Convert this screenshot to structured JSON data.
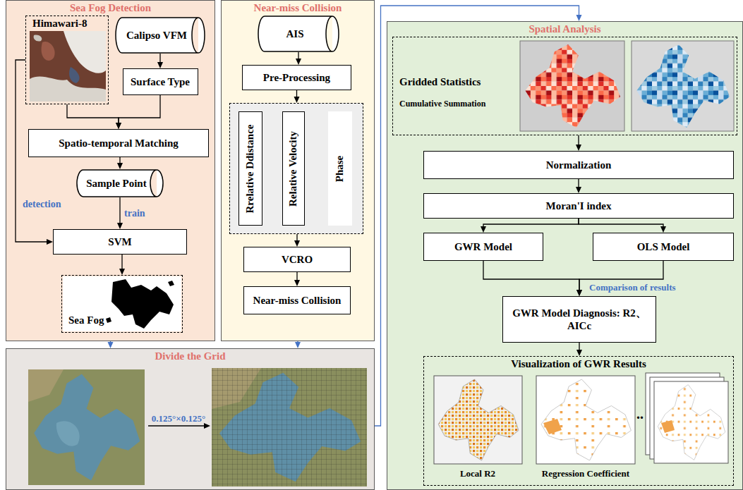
{
  "diagram": {
    "nodes": [
      {
        "text": [
          "Sea Fog Detection"
        ]
      },
      {
        "text": [
          "Himawari-8"
        ],
        "in": 0
      },
      {
        "text": [
          "Calipso VFM"
        ],
        "in": 0
      },
      {
        "text": [
          "Surface Type"
        ],
        "in": 0
      },
      {
        "text": [
          "Spatio-temporal Matching"
        ],
        "in": 0
      },
      {
        "text": [
          "Sample Point"
        ],
        "in": 0
      },
      {
        "text": [
          "SVM"
        ],
        "in": 0
      },
      {
        "text": [
          "Sea Fog"
        ],
        "in": 0
      },
      {
        "text": [
          "Near-miss Collision"
        ]
      },
      {
        "text": [
          "AIS"
        ],
        "in": 8
      },
      {
        "text": [
          "Pre-Processing"
        ],
        "in": 8
      },
      {
        "text": [],
        "in": 8
      },
      {
        "text": [
          "Rrelative Ddistance"
        ],
        "in": 11
      },
      {
        "text": [
          "Relative Velocity"
        ],
        "in": 11
      },
      {
        "text": [
          "Phase"
        ],
        "in": 11
      },
      {
        "text": [
          "VCRO"
        ],
        "in": 8
      },
      {
        "text": [
          "Near-miss Collision"
        ],
        "in": 8
      },
      {
        "text": [
          "Divide the Grid"
        ]
      },
      {
        "text": [
          "Spatial Analysis"
        ]
      },
      {
        "text": [
          "Gridded Statistics",
          "Cumulative Summation"
        ],
        "in": 18
      },
      {
        "text": [
          "Normalization"
        ],
        "in": 18
      },
      {
        "text": [
          "Moran'I index"
        ],
        "in": 18
      },
      {
        "text": [
          "GWR Model"
        ],
        "in": 18
      },
      {
        "text": [
          "OLS Model"
        ],
        "in": 18
      },
      {
        "text": [
          "GWR Model Diagnosis: R2、AICc"
        ],
        "in": 18
      },
      {
        "text": [
          "Visualization of GWR Results"
        ],
        "in": 18
      }
    ],
    "edges": [
      {
        "from": 2,
        "to": 3,
        "arrow": "to"
      },
      {
        "from": 1,
        "to": 4,
        "arrow": "to"
      },
      {
        "from": 3,
        "to": 4,
        "arrow": "to"
      },
      {
        "from": 4,
        "to": 5,
        "arrow": "to"
      },
      {
        "from": 5,
        "to": 6,
        "label": "train",
        "arrow": "to"
      },
      {
        "from": 1,
        "to": 6,
        "label": "detection",
        "arrow": "to"
      },
      {
        "from": 6,
        "to": 7,
        "arrow": "to"
      },
      {
        "from": 9,
        "to": 10,
        "arrow": "to"
      },
      {
        "from": 10,
        "to": 11,
        "arrow": "to"
      },
      {
        "from": 11,
        "to": 15,
        "arrow": "to"
      },
      {
        "from": 15,
        "to": 16,
        "arrow": "to"
      },
      {
        "from": 0,
        "to": 17,
        "arrow": "to"
      },
      {
        "from": 8,
        "to": 17,
        "arrow": "to"
      },
      {
        "from": 17,
        "to": 18,
        "arrow": "to"
      },
      {
        "from": 19,
        "to": 20,
        "arrow": "to"
      },
      {
        "from": 20,
        "to": 21,
        "arrow": "to"
      },
      {
        "from": 21,
        "to": 22,
        "arrow": "to"
      },
      {
        "from": 21,
        "to": 23,
        "arrow": "to"
      },
      {
        "from": 22,
        "to": 24,
        "arrow": "to"
      },
      {
        "from": 23,
        "to": 24,
        "label": "Comparison of results",
        "arrow": "to"
      },
      {
        "from": 24,
        "to": 25,
        "arrow": "to"
      }
    ],
    "labels": [
      "0.125°×0.125°",
      "Local R2",
      "Regression Coefficient",
      ".."
    ]
  }
}
